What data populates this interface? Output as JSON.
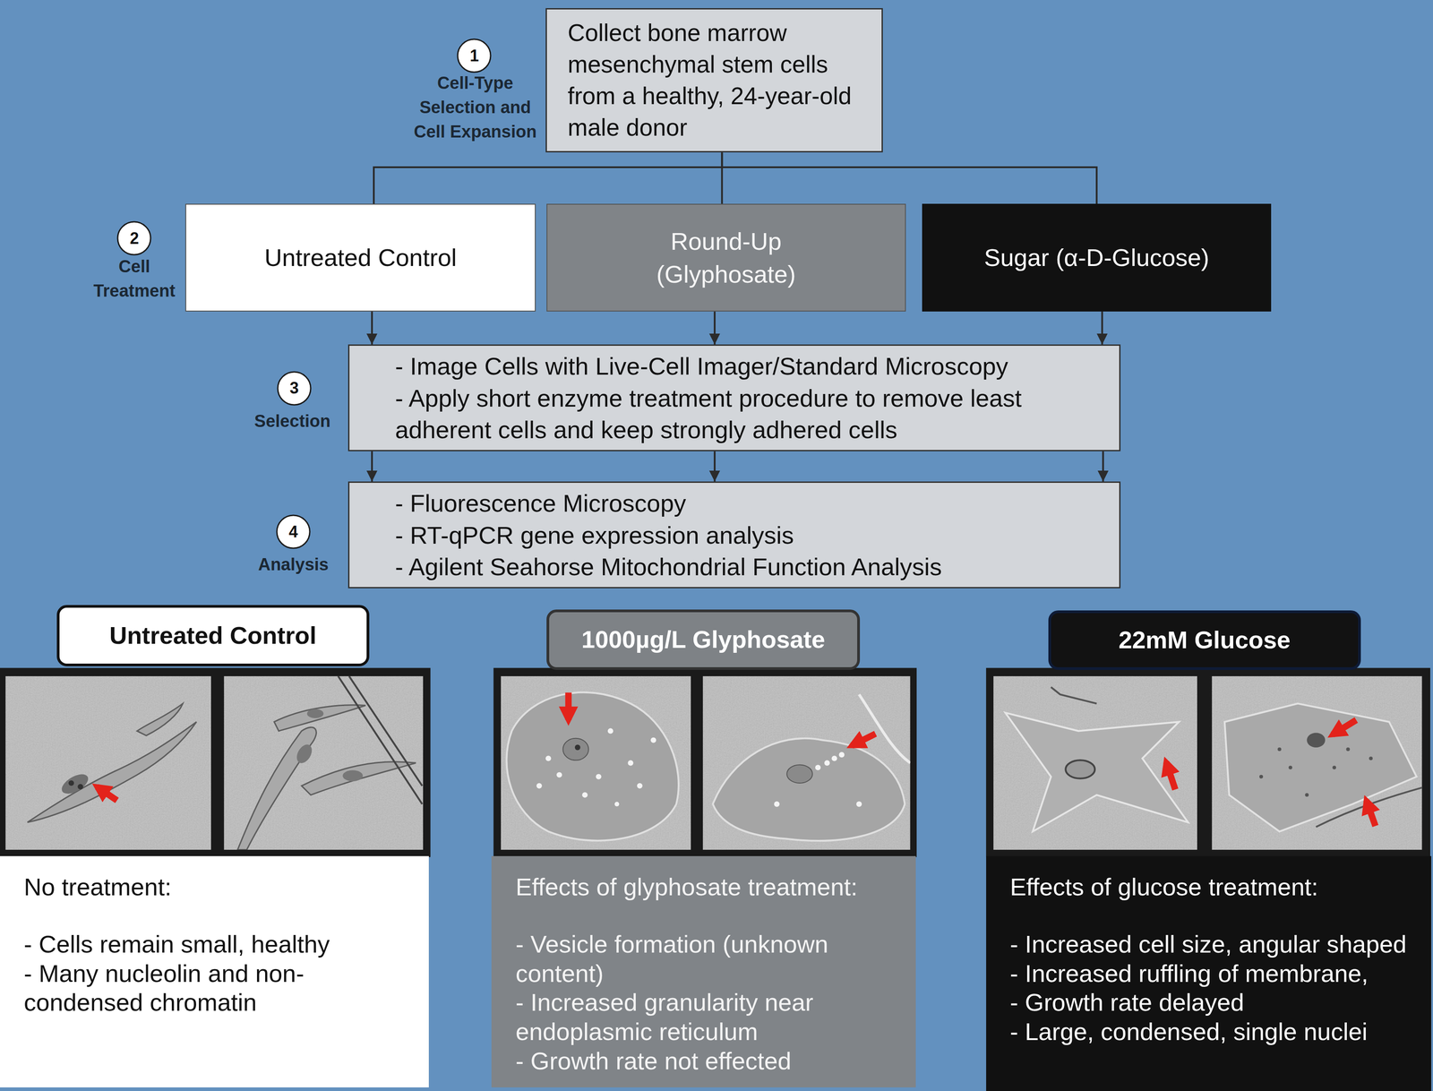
{
  "diagram": {
    "nodes": [
      {
        "text": [
          "1"
        ]
      },
      {
        "text": [
          "Collect bone marrow mesenchymal stem cells from a healthy, 24-year-old male donor"
        ]
      },
      {
        "text": [
          "2"
        ]
      },
      {
        "text": [
          "Untreated Control"
        ]
      },
      {
        "text": [
          "Round-Up (Glyphosate)"
        ]
      },
      {
        "text": [
          "Sugar (α-D-Glucose)"
        ]
      },
      {
        "text": [
          "3"
        ]
      },
      {
        "text": [
          "- Image Cells with Live-Cell Imager/Standard Microscopy",
          "- Apply short enzyme treatment procedure to remove least adherent cells and keep strongly adhered cells"
        ]
      },
      {
        "text": [
          "4"
        ]
      },
      {
        "text": [
          "- Fluorescence Microscopy",
          "- RT-qPCR gene expression analysis",
          "- Agilent Seahorse Mitochondrial Function Analysis"
        ]
      },
      {
        "text": [
          "Untreated Control"
        ]
      },
      {
        "text": [
          "1000µg/L Glyphosate"
        ]
      },
      {
        "text": [
          "22mM Glucose"
        ]
      },
      {
        "text": [
          "No treatment:",
          "- Cells remain small, healthy",
          "- Many nucleolin and non-condensed chromatin"
        ]
      },
      {
        "text": [
          "Effects of glyphosate treatment:",
          "- Vesicle formation (unknown content)",
          "- Increased granularity near endoplasmic reticulum",
          "- Growth rate not effected"
        ]
      },
      {
        "text": [
          "Effects of glucose treatment:",
          "- Increased cell size, angular shaped",
          "- Increased ruffling of membrane,",
          "- Growth rate delayed",
          "- Large, condensed, single nuclei"
        ]
      }
    ],
    "edges": [
      {
        "from": 1,
        "to": 3,
        "arrow": "none"
      },
      {
        "from": 1,
        "to": 4,
        "arrow": "none"
      },
      {
        "from": 1,
        "to": 5,
        "arrow": "none"
      },
      {
        "from": 3,
        "to": 7,
        "arrow": "to"
      },
      {
        "from": 4,
        "to": 7,
        "arrow": "to"
      },
      {
        "from": 5,
        "to": 7,
        "arrow": "to"
      },
      {
        "from": 7,
        "to": 9,
        "arrow": "to"
      },
      {
        "from": 7,
        "to": 9,
        "arrow": "to"
      },
      {
        "from": 7,
        "to": 9,
        "arrow": "to"
      }
    ],
    "labels": [
      "Cell-Type Selection and Cell Expansion",
      "Cell Treatment",
      "Selection",
      "Analysis"
    ]
  }
}
